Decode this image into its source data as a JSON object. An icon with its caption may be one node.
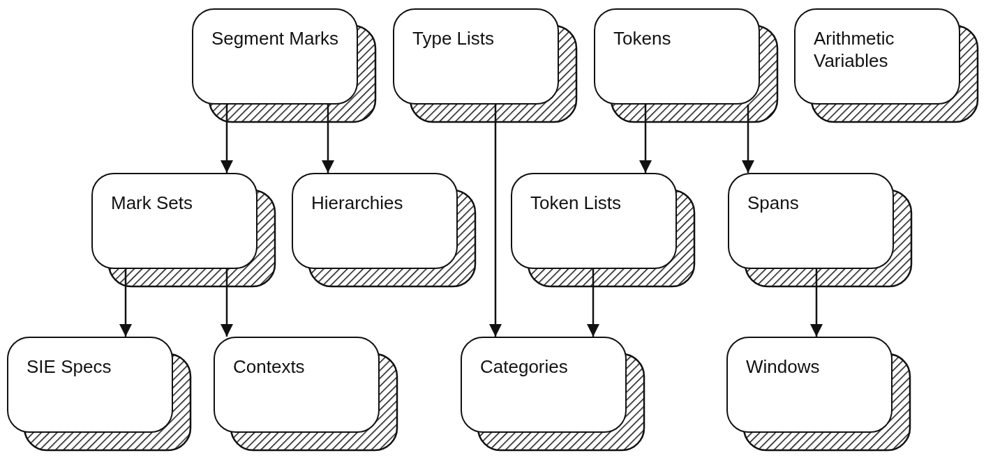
{
  "diagram": {
    "nodes": [
      {
        "text": [
          "Segment Marks"
        ]
      },
      {
        "text": [
          "Type Lists"
        ]
      },
      {
        "text": [
          "Tokens"
        ]
      },
      {
        "text": [
          "Arithmetic Variables"
        ]
      },
      {
        "text": [
          "Mark Sets"
        ]
      },
      {
        "text": [
          "Hierarchies"
        ]
      },
      {
        "text": [
          "Token Lists"
        ]
      },
      {
        "text": [
          "Spans"
        ]
      },
      {
        "text": [
          "SIE Specs"
        ]
      },
      {
        "text": [
          "Contexts"
        ]
      },
      {
        "text": [
          "Categories"
        ]
      },
      {
        "text": [
          "Windows"
        ]
      }
    ],
    "edges": [
      {
        "from": 0,
        "to": 4,
        "arrow": "to"
      },
      {
        "from": 0,
        "to": 5,
        "arrow": "to"
      },
      {
        "from": 1,
        "to": 10,
        "arrow": "to"
      },
      {
        "from": 2,
        "to": 6,
        "arrow": "to"
      },
      {
        "from": 2,
        "to": 7,
        "arrow": "to"
      },
      {
        "from": 4,
        "to": 8,
        "arrow": "to"
      },
      {
        "from": 4,
        "to": 9,
        "arrow": "to"
      },
      {
        "from": 6,
        "to": 10,
        "arrow": "to"
      },
      {
        "from": 7,
        "to": 11,
        "arrow": "to"
      }
    ]
  }
}
